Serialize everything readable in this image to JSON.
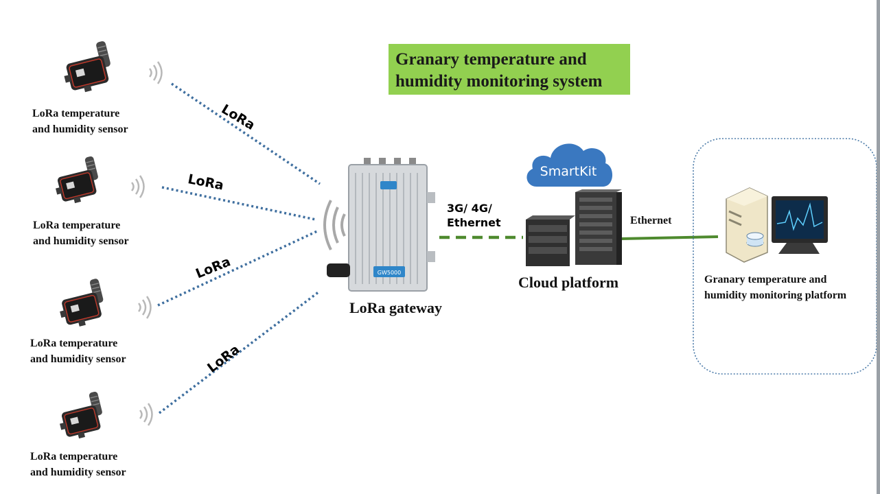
{
  "title": "Granary temperature and\nhumidity monitoring system",
  "sensors": [
    {
      "label": "LoRa temperature\nand humidity sensor",
      "link": "LoRa"
    },
    {
      "label": "LoRa temperature\nand humidity sensor",
      "link": "LoRa"
    },
    {
      "label": "LoRa temperature\nand humidity sensor",
      "link": "LoRa"
    },
    {
      "label": "LoRa temperature\nand humidity sensor",
      "link": "LoRa"
    }
  ],
  "gateway": {
    "label": "LoRa gateway",
    "model": "GW5000"
  },
  "backhaul": {
    "label": "3G/ 4G/\nEthernet"
  },
  "cloud": {
    "brand": "SmartKit",
    "label": "Cloud platform"
  },
  "ethernet_label": "Ethernet",
  "platform": {
    "label": "Granary temperature  and\nhumidity monitoring platform"
  },
  "colors": {
    "title_bg": "#92d050",
    "lora_line": "#3f6f9f",
    "green_line": "#4e8a2e",
    "cloud": "#3a78c0",
    "dashed_box": "#4a7aa8"
  },
  "icons": [
    "sensor-device-icon",
    "wireless-signal-icon",
    "gateway-device-icon",
    "cloud-icon",
    "server-rack-icon",
    "computer-workstation-icon"
  ]
}
